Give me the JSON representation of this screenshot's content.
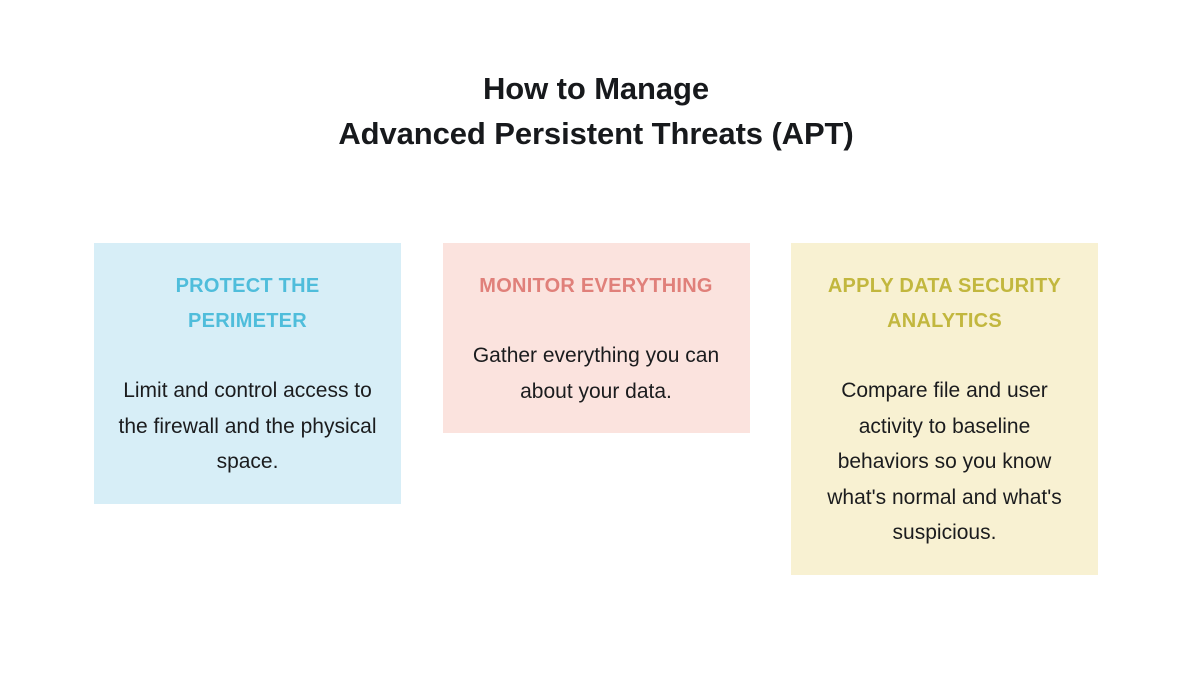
{
  "page": {
    "background_color": "#ffffff",
    "title_lines": [
      "How to Manage",
      "Advanced Persistent Threats (APT)"
    ],
    "title_color": "#17191c"
  },
  "cards": [
    {
      "id": "protect-the-perimeter",
      "heading": "PROTECT THE PERIMETER",
      "body": "Limit and control access to the firewall and the physical space.",
      "background_color": "#d7eef7",
      "heading_color": "#4fbddb",
      "body_color": "#1b1c1e"
    },
    {
      "id": "monitor-everything",
      "heading": "MONITOR EVERYTHING",
      "body": "Gather everything you can about your data.",
      "background_color": "#fbe3de",
      "heading_color": "#e0807a",
      "body_color": "#1b1c1e"
    },
    {
      "id": "apply-data-security-analytics",
      "heading": "APPLY DATA SECURITY ANALYTICS",
      "body": "Compare file and user activity to baseline behaviors so you know what's normal and what's suspicious.",
      "background_color": "#f8f1d2",
      "heading_color": "#c2b73e",
      "body_color": "#1b1c1e"
    }
  ]
}
